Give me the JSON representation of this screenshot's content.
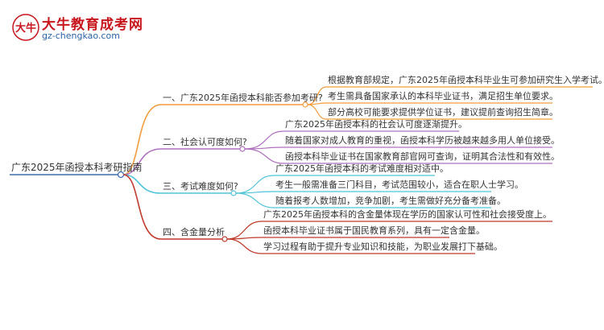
{
  "logo": {
    "badge_text": "大牛",
    "site_name": "大牛教育成考网",
    "url": "gz-chengkao.com"
  },
  "mindmap": {
    "root": "广东2025年函授本科考研指南",
    "branches": [
      {
        "label": "一、广东2025年函授本科能否参加考研?",
        "color": "#f39c3d",
        "leaves": [
          "根据教育部规定，广东2025年函授本科毕业生可参加研究生入学考试。",
          "考生需具备国家承认的本科毕业证书，满足招生单位要求。",
          "部分高校可能要求提供学位证书，建议提前查询招生简章。"
        ]
      },
      {
        "label": "二、社会认可度如何?",
        "color": "#b06fc0",
        "leaves": [
          "广东2025年函授本科的社会认可度逐渐提升。",
          "随着国家对成人教育的重视，函授本科学历被越来越多用人单位接受。",
          "函授本科毕业证书在国家教育部官网可查询，证明其合法性和有效性。"
        ]
      },
      {
        "label": "三、考试难度如何?",
        "color": "#4fc3d9",
        "leaves": [
          "广东2025年函授本科的考试难度相对适中。",
          "考生一般需准备三门科目，考试范围较小，适合在职人士学习。",
          "随着报考人数增加，竞争加剧，考生需做好充分备考准备。"
        ]
      },
      {
        "label": "四、含金量分析",
        "color": "#c0392b",
        "leaves": [
          "广东2025年函授本科的含金量体现在学历的国家认可性和社会接受度上。",
          "函授本科毕业证书属于国民教育系列，具有一定含金量。",
          "学习过程有助于提升专业知识和技能，为职业发展打下基础。"
        ]
      }
    ]
  }
}
